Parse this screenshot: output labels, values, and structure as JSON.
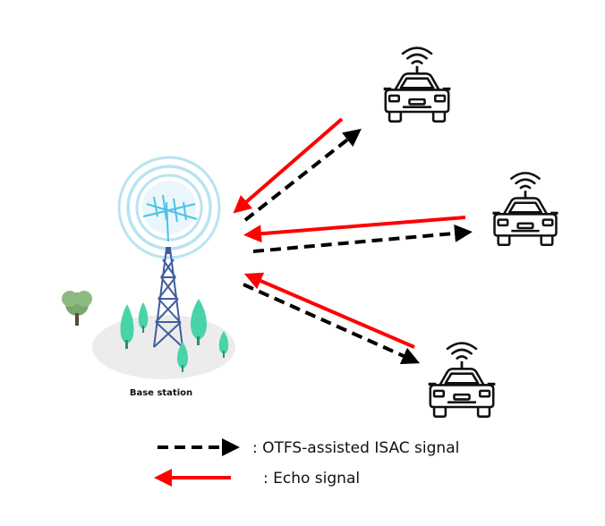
{
  "base_station": {
    "label": "Base station"
  },
  "legend": {
    "isac_label": ": OTFS-assisted ISAC signal",
    "echo_label": ": Echo signal"
  },
  "colors": {
    "isac_arrow": "#000000",
    "echo_arrow": "#ff0000",
    "tree": "#49d3a9",
    "tree_dark": "#7aa66f",
    "tower": "#3f5d9c",
    "rings": "#b9e3f2",
    "car_stroke": "#111111"
  },
  "icons": [
    "base-station-tower-icon",
    "tree-icon",
    "car-icon",
    "wifi-icon"
  ]
}
